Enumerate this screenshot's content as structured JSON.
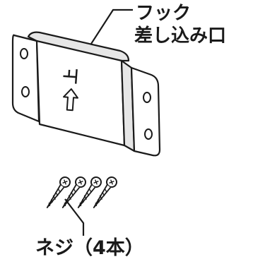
{
  "labels": {
    "hook_line1": "フック",
    "hook_line2": "差し込み口",
    "screws": "ネジ（4本）",
    "bracket_mark": "上"
  },
  "colors": {
    "outline": "#1a1a1a",
    "fill": "#ffffff",
    "shade": "#e6e6e6"
  },
  "icons": {
    "arrow": "arrow-up-icon"
  }
}
